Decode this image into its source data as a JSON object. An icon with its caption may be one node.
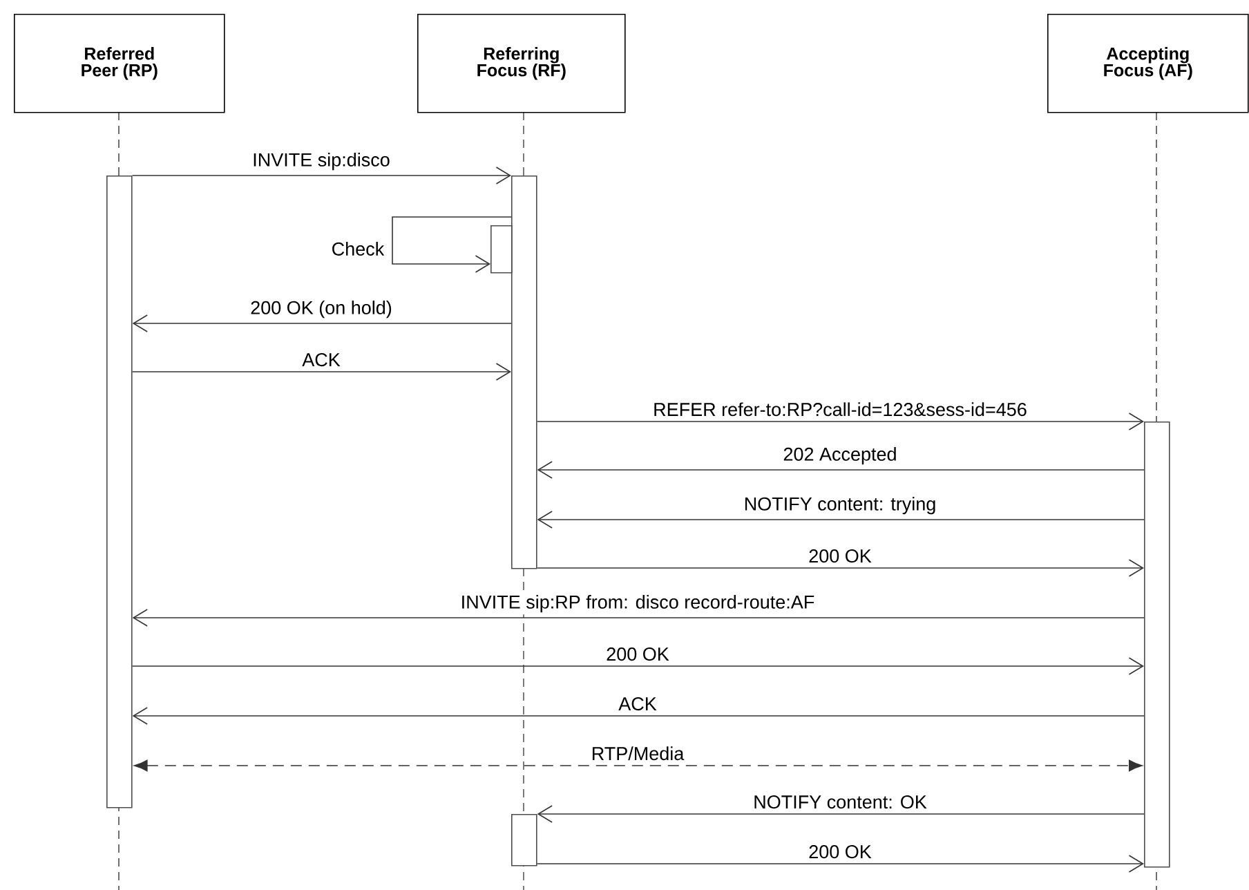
{
  "diagram": {
    "nodes": [
      {
        "text": [
          "Referred Peer (RP)"
        ]
      },
      {
        "text": [
          "Referring Focus (RF)"
        ]
      },
      {
        "text": [
          "Accepting Focus (AF)"
        ]
      },
      {
        "text": [],
        "shape": "bar"
      },
      {
        "text": [],
        "shape": "bar"
      },
      {
        "text": [],
        "shape": "bar"
      },
      {
        "text": [],
        "shape": "bar"
      },
      {
        "text": [],
        "shape": "bar"
      }
    ],
    "edges": [
      {
        "from": 3,
        "to": 4,
        "arrow": "to",
        "label": "INVITE sip:disco"
      },
      {
        "from": 4,
        "to": 5,
        "arrow": "to",
        "label": "Check"
      },
      {
        "from": 4,
        "to": 3,
        "arrow": "to",
        "label": "200 OK (on hold)"
      },
      {
        "from": 3,
        "to": 4,
        "arrow": "to",
        "label": "ACK"
      },
      {
        "from": 4,
        "to": 6,
        "arrow": "to",
        "label": "REFER  refer-to:RP?call-id=123&sess-id=456"
      },
      {
        "from": 6,
        "to": 4,
        "arrow": "to",
        "label": "202 Accepted"
      },
      {
        "from": 6,
        "to": 4,
        "arrow": "to",
        "label": "NOTIFY content: trying"
      },
      {
        "from": 4,
        "to": 6,
        "arrow": "to",
        "label": "200 OK"
      },
      {
        "from": 6,
        "to": 3,
        "arrow": "to",
        "label": "INVITE sip:RP from: disco record-route:AF"
      },
      {
        "from": 3,
        "to": 6,
        "arrow": "to",
        "label": "200 OK"
      },
      {
        "from": 6,
        "to": 3,
        "arrow": "to",
        "label": "ACK"
      },
      {
        "from": 3,
        "to": 6,
        "arrow": "both",
        "style": "dashed",
        "label": "RTP/Media"
      },
      {
        "from": 6,
        "to": 7,
        "arrow": "to",
        "label": "NOTIFY content: OK"
      },
      {
        "from": 7,
        "to": 6,
        "arrow": "to",
        "label": "200 OK"
      }
    ]
  }
}
